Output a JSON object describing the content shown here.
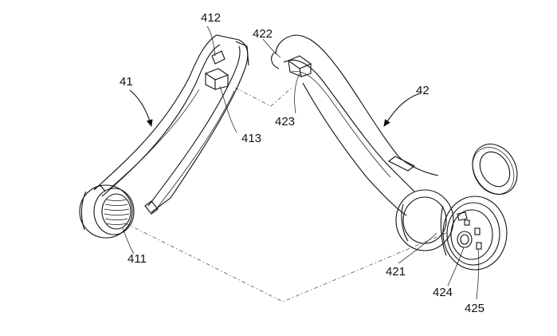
{
  "labels": {
    "l41": "41",
    "l42": "42",
    "l411": "411",
    "l412": "412",
    "l413": "413",
    "l421": "421",
    "l422": "422",
    "l423": "423",
    "l424": "424",
    "l425": "425"
  }
}
